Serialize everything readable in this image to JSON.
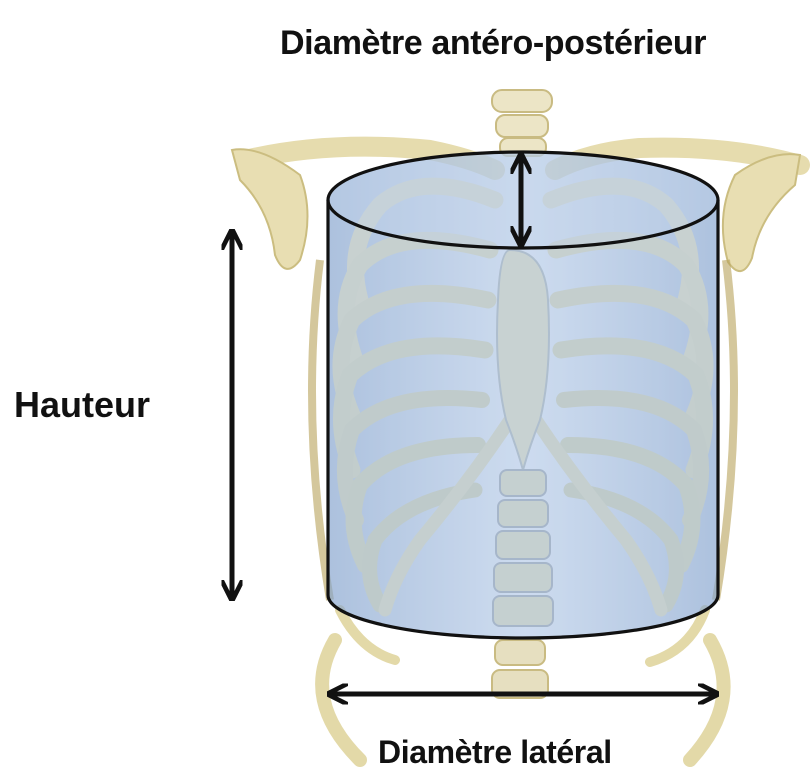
{
  "labels": {
    "ap_diameter": "Diamètre antéro-postérieur",
    "height": "Hauteur",
    "lateral_diameter": "Diamètre latéral"
  },
  "colors": {
    "bone": "#ebe4c3",
    "bone_shadow": "#c9bb82",
    "cylinder_fill": "#8fb0dc",
    "outline": "#111111"
  }
}
